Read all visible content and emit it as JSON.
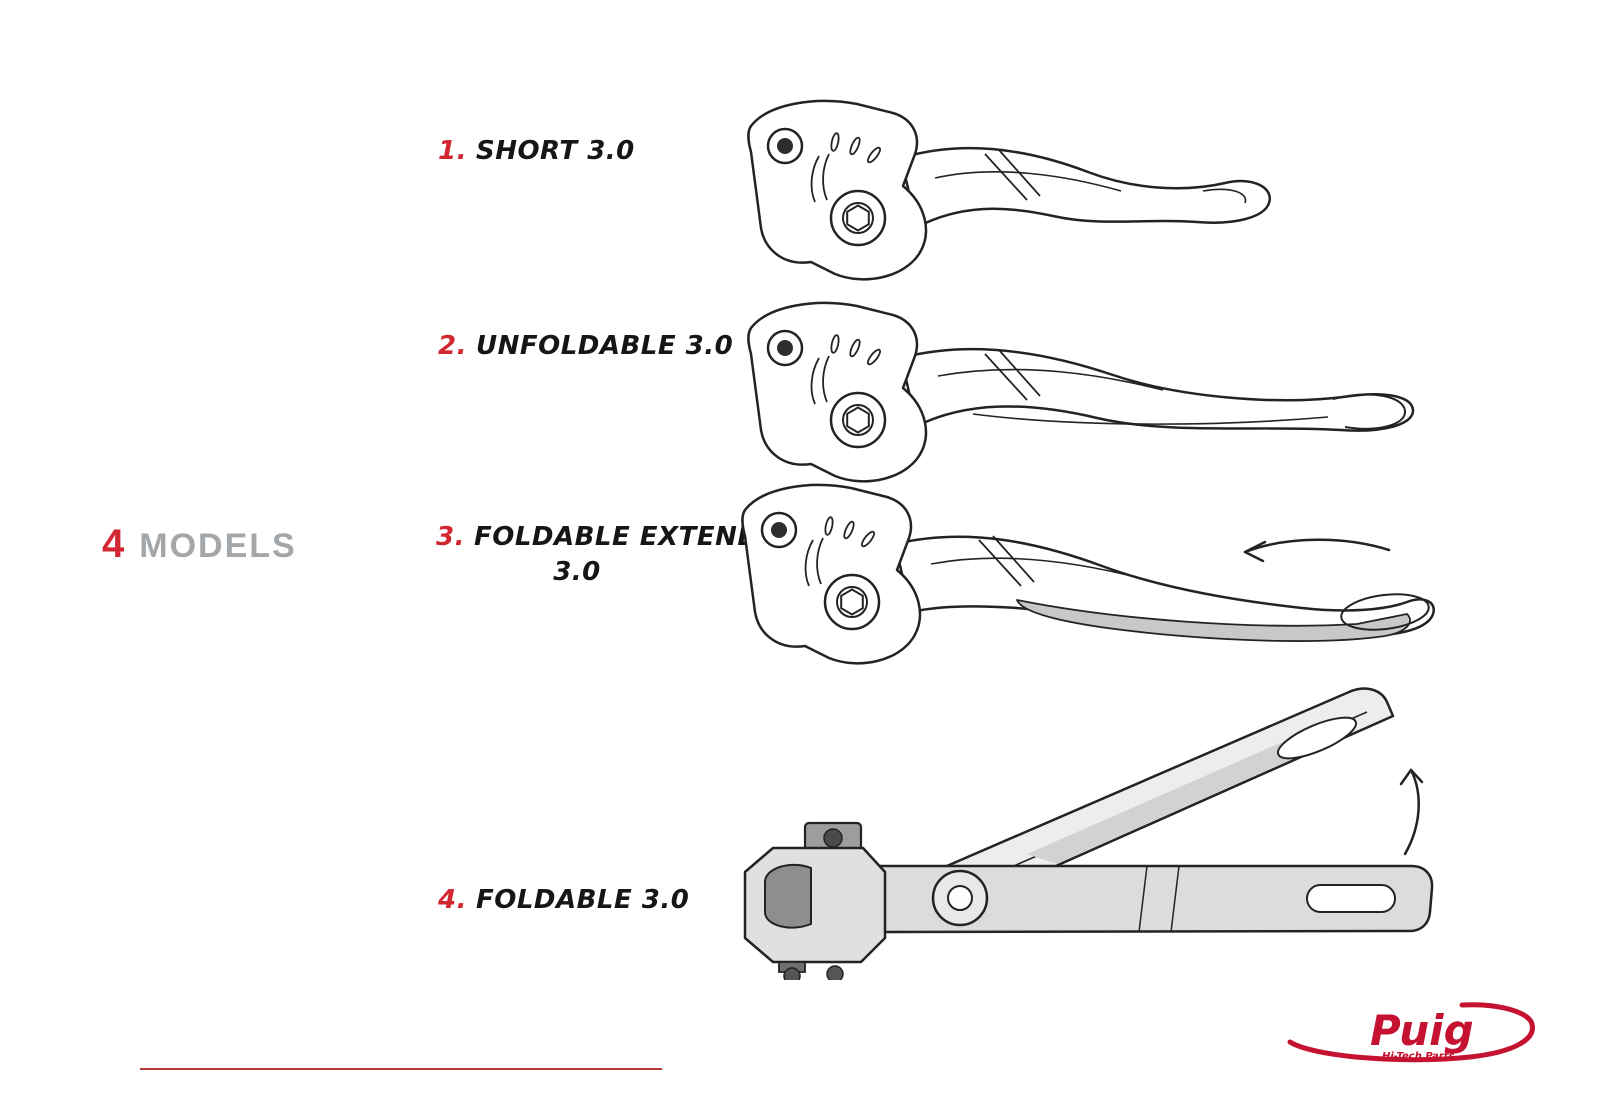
{
  "heading": {
    "number": "4",
    "label": "MODELS"
  },
  "models": [
    {
      "number": "1.",
      "name": "SHORT 3.0"
    },
    {
      "number": "2.",
      "name": "UNFOLDABLE 3.0"
    },
    {
      "number": "3.",
      "name": "FOLDABLE EXTENDABLE",
      "name_line2": "3.0"
    },
    {
      "number": "4.",
      "name": "FOLDABLE 3.0"
    }
  ],
  "logo": {
    "brand": "Puig",
    "tagline": "Hi-Tech Parts"
  },
  "colors": {
    "accent_red": "#d22630",
    "heading_gray": "#a3a7aa",
    "footer_line_red": "#b23a3a",
    "ink": "#232323",
    "shade_gray": "#c8c8c8",
    "logo_red": "#c41230"
  }
}
